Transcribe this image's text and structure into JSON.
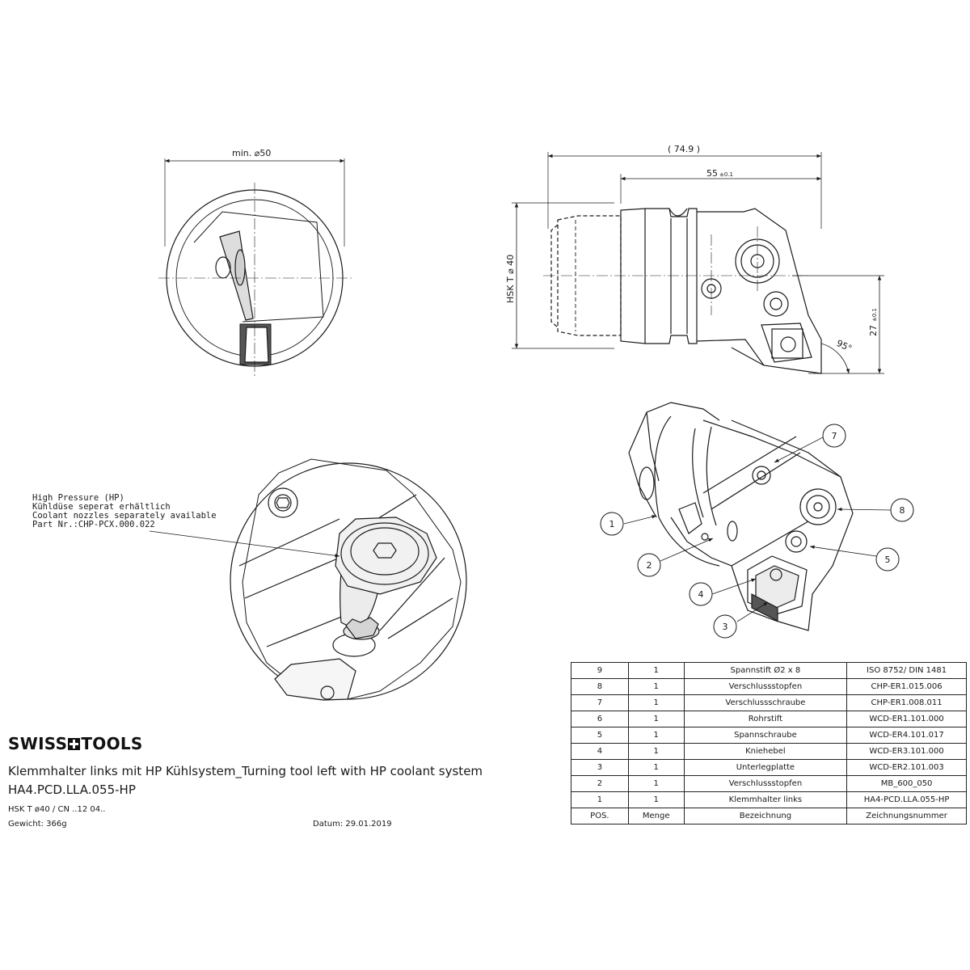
{
  "dimensions": {
    "min_diameter": "min. ⌀50",
    "overall_length": "( 74.9 )",
    "length_55": "55",
    "tol_55": "±0.1",
    "hsk": "HSK T ⌀ 40",
    "height_27": "27",
    "tol_27": "±0.1",
    "angle": "95°"
  },
  "note": [
    "High Pressure (HP)",
    "Kühldüse seperat erhältlich",
    "Coolant nozzles separately available",
    "Part Nr.:CHP-PCX.000.022"
  ],
  "callouts": [
    "1",
    "2",
    "3",
    "4",
    "5",
    "7",
    "8"
  ],
  "brand": {
    "left": "SWISS",
    "right": "TOOLS"
  },
  "title": "Klemmhalter links mit HP Kühlsystem_Turning tool left with HP coolant system",
  "code": "HA4.PCD.LLA.055-HP",
  "spec": "HSK T ø40 / CN ..12 04..",
  "weight": "Gewicht: 366g",
  "date": "Datum: 29.01.2019",
  "parts_table": {
    "rows": [
      [
        "9",
        "1",
        "Spannstift Ø2 x 8",
        "ISO 8752/ DIN 1481"
      ],
      [
        "8",
        "1",
        "Verschlussstopfen",
        "CHP-ER1.015.006"
      ],
      [
        "7",
        "1",
        "Verschlussschraube",
        "CHP-ER1.008.011"
      ],
      [
        "6",
        "1",
        "Rohrstift",
        "WCD-ER1.101.000"
      ],
      [
        "5",
        "1",
        "Spannschraube",
        "WCD-ER4.101.017"
      ],
      [
        "4",
        "1",
        "Kniehebel",
        "WCD-ER3.101.000"
      ],
      [
        "3",
        "1",
        "Unterlegplatte",
        "WCD-ER2.101.003"
      ],
      [
        "2",
        "1",
        "Verschlussstopfen",
        "MB_600_050"
      ],
      [
        "1",
        "1",
        "Klemmhalter links",
        "HA4-PCD.LLA.055-HP"
      ]
    ],
    "header": [
      "POS.",
      "Menge",
      "Bezeichnung",
      "Zeichnungsnummer"
    ]
  }
}
